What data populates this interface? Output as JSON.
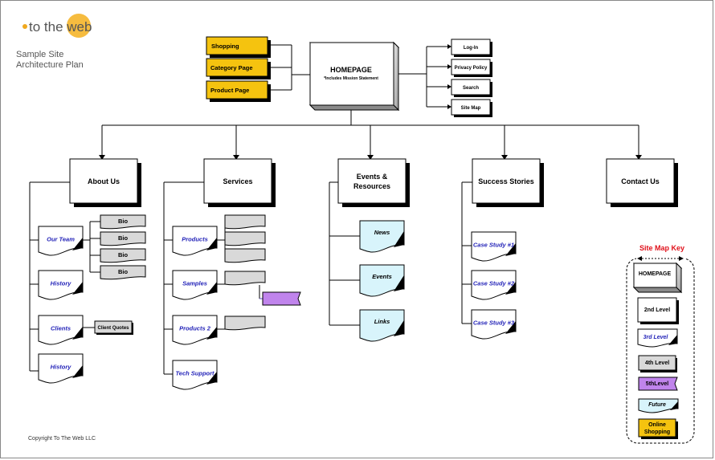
{
  "logo": {
    "text": "to the web"
  },
  "subtitle": {
    "line1": "Sample Site",
    "line2": "Architecture Plan"
  },
  "copyright": "Copyright To The Web LLC",
  "homepage": {
    "title": "HOMEPAGE",
    "note": "*Includes Mission Statement"
  },
  "shopping_pages": [
    "Shopping",
    "Category Page",
    "Product Page"
  ],
  "utility_links": [
    "Log-In",
    "Privacy Policy",
    "Search",
    "Site Map"
  ],
  "sections": [
    "About Us",
    "Services",
    "Events &",
    "Resources",
    "Success Stories",
    "Contact Us"
  ],
  "about_us": {
    "pages": [
      "Our Team",
      "History",
      "Clients",
      "History"
    ],
    "bios": [
      "Bio",
      "Bio",
      "Bio",
      "Bio"
    ],
    "client_quotes": "Client Quotes"
  },
  "services": {
    "pages": [
      "Products",
      "Samples",
      "Products 2",
      "Tech Support"
    ]
  },
  "events_resources": {
    "pages": [
      "News",
      "Events",
      "Links"
    ]
  },
  "success_stories": {
    "pages": [
      "Case Study #1",
      "Case Study #2",
      "Case Study #3"
    ]
  },
  "key": {
    "title": "Site Map Key",
    "homepage": "HOMEPAGE",
    "level2": "2nd Level",
    "level3": "3rd Level",
    "level4": "4th Level",
    "level5": "5thLevel",
    "future": "Future",
    "online_line1": "Online",
    "online_line2": "Shopping"
  },
  "colors": {
    "logo_dot": "#f0a81e",
    "logo_circle": "#f5b52a",
    "shopping_fill": "#f5c30f",
    "gray_fill": "#d9d9d9",
    "future_fill": "#d8f4fb",
    "fifth_level_fill": "#c084ec",
    "third_level_text": "#2323b8",
    "key_title": "#e0101a"
  }
}
